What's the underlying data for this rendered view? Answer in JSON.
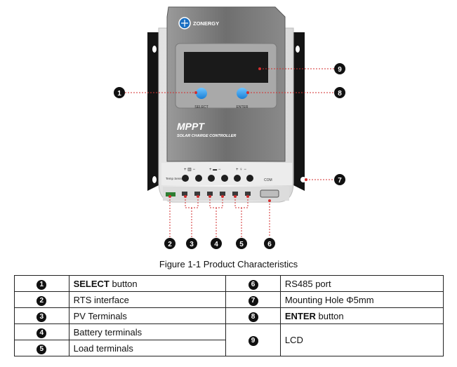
{
  "device": {
    "brand": "ZONERGY",
    "model": "MPPT",
    "subtitle": "SOLAR CHARGE CONTROLLER",
    "select_label": "SELECT",
    "enter_label": "ENTER",
    "temp_sensor_label": "Temp Sensor",
    "com_label": "COM"
  },
  "callouts": [
    "1",
    "2",
    "3",
    "4",
    "5",
    "6",
    "7",
    "8",
    "9"
  ],
  "caption": "Figure 1-1 Product Characteristics",
  "legend": [
    {
      "left_num": "1",
      "left_bold": "SELECT",
      "left_text": " button",
      "right_num": "6",
      "right_bold": "",
      "right_text": "RS485 port"
    },
    {
      "left_num": "2",
      "left_bold": "",
      "left_text": "RTS interface",
      "right_num": "7",
      "right_bold": "",
      "right_text": "Mounting Hole Φ5mm"
    },
    {
      "left_num": "3",
      "left_bold": "",
      "left_text": "PV Terminals",
      "right_num": "8",
      "right_bold": "ENTER",
      "right_text": " button"
    },
    {
      "left_num": "4",
      "left_bold": "",
      "left_text": "Battery terminals",
      "right_num": "9",
      "right_bold": "",
      "right_text": "LCD"
    },
    {
      "left_num": "5",
      "left_bold": "",
      "left_text": "Load terminals"
    }
  ]
}
